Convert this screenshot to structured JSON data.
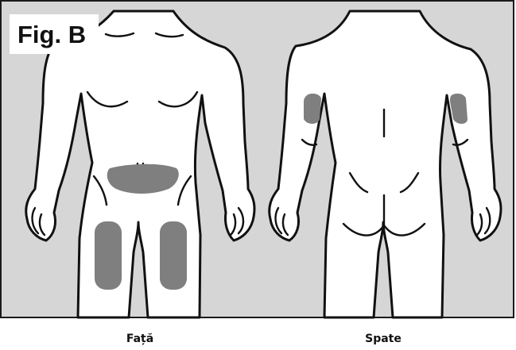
{
  "figure": {
    "label": "Fig. B",
    "colors": {
      "background": "#d6d6d6",
      "body_fill": "#ffffff",
      "outline": "#111111",
      "injection_zone": "#7f7f7f"
    },
    "views": [
      {
        "caption": "Față",
        "zones": [
          "abdomen",
          "left-thigh",
          "right-thigh"
        ]
      },
      {
        "caption": "Spate",
        "zones": [
          "left-upper-arm",
          "right-upper-arm"
        ]
      }
    ]
  }
}
